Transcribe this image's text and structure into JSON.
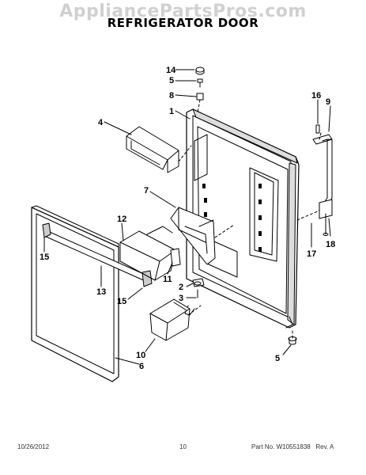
{
  "watermark": "AppliancePartsPros.com",
  "title": "REFRIGERATOR DOOR",
  "callouts": [
    "14",
    "5",
    "8",
    "1",
    "4",
    "16",
    "9",
    "7",
    "12",
    "15",
    "13",
    "11",
    "2",
    "3",
    "15",
    "10",
    "6",
    "5",
    "17",
    "18"
  ],
  "footer": {
    "date": "10/26/2012",
    "page": "10",
    "part_label": "Part No.",
    "part_number": "W10551838",
    "rev_label": "Rev.",
    "rev": "A"
  }
}
